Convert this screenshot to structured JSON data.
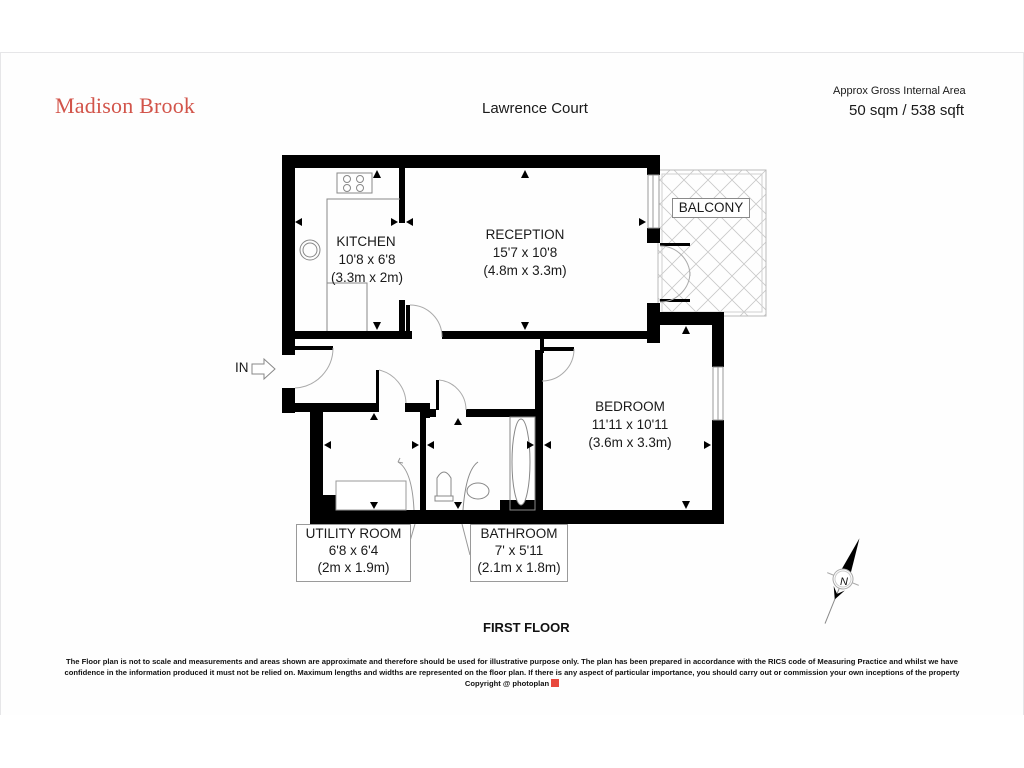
{
  "header": {
    "brand": "Madison Brook",
    "property_name": "Lawrence Court",
    "area_label": "Approx Gross Internal Area",
    "area_value": "50 sqm / 538 sqft"
  },
  "colors": {
    "brand": "#d2544a",
    "walls": "#000000",
    "text": "#1a1a1a"
  },
  "floor": {
    "title": "FIRST FLOOR",
    "entrance_label": "IN",
    "rooms": [
      {
        "id": "kitchen",
        "name": "KITCHEN",
        "imperial": "10'8 x 6'8",
        "metric": "(3.3m x 2m)"
      },
      {
        "id": "reception",
        "name": "RECEPTION",
        "imperial": "15'7 x 10'8",
        "metric": "(4.8m x 3.3m)"
      },
      {
        "id": "balcony",
        "name": "BALCONY"
      },
      {
        "id": "bedroom",
        "name": "BEDROOM",
        "imperial": "11'11 x 10'11",
        "metric": "(3.6m x 3.3m)"
      },
      {
        "id": "utility",
        "name": "UTILITY ROOM",
        "imperial": "6'8 x 6'4",
        "metric": "(2m x 1.9m)"
      },
      {
        "id": "bathroom",
        "name": "BATHROOM",
        "imperial": "7' x 5'11",
        "metric": "(2.1m x 1.8m)"
      }
    ],
    "compass_label": "N"
  },
  "footer": {
    "disclaimer_line1": "The Floor plan is not to scale and measurements and areas shown are approximate and therefore should be used for illustrative purpose only. The plan has been prepared in accordance with the RICS code of Measuring Practice and whilst we have",
    "disclaimer_line2": "confidence in the information produced it must not be relied on. Maximum  lengths and widths are represented on the floor plan. If there is any aspect of particular importance, you should carry out or commission your own inceptions of the property",
    "copyright_prefix": "Copyright @",
    "copyright_brand": "photoplan"
  }
}
